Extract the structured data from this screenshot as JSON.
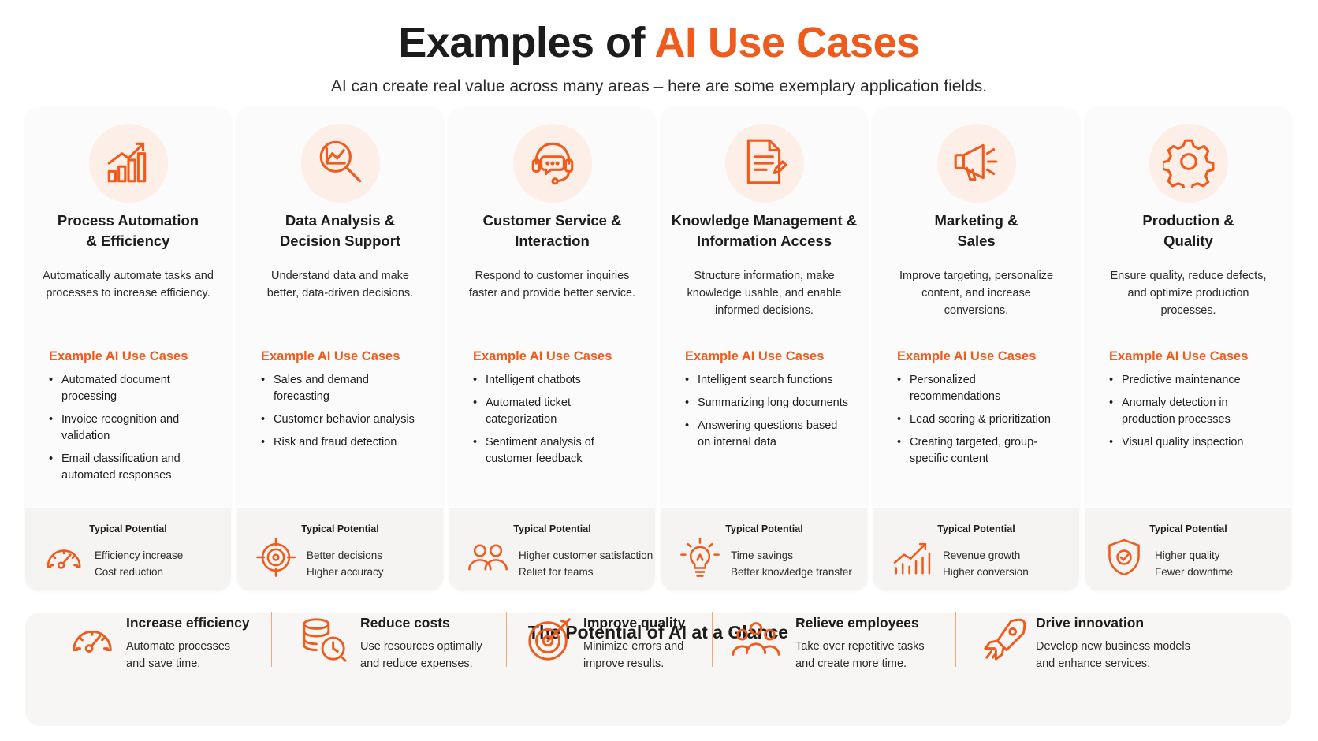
{
  "header": {
    "title_main": "Examples of",
    "title_accent": "AI Use Cases",
    "subtitle": "AI can create real value across many areas – here are some exemplary application fields."
  },
  "colors": {
    "accent": "#f05a1a",
    "icon_bg": "#fdeee7",
    "card_bg": "#fbfbfb",
    "potential_bg": "#f5f4f3"
  },
  "cards": [
    {
      "icon": "bar-chart-growth-icon",
      "title_line1": "Process Automation",
      "title_line2": "& Efficiency",
      "desc": "Automatically automate tasks and processes to increase efficiency.",
      "examples_label": "Example AI Use Cases",
      "examples": [
        "Automated document processing",
        "Invoice recognition and validation",
        "Email classification and automated responses"
      ],
      "potential_title": "Typical Potential",
      "potential_icon": "speedometer-icon",
      "potential": [
        "Efficiency increase",
        "Cost reduction"
      ]
    },
    {
      "icon": "magnifier-chart-icon",
      "title_line1": "Data Analysis &",
      "title_line2": "Decision Support",
      "desc": "Understand data and make better, data-driven decisions.",
      "examples_label": "Example AI Use Cases",
      "examples": [
        "Sales and demand forecasting",
        "Customer behavior analysis",
        "Risk and fraud detection"
      ],
      "potential_title": "Typical Potential",
      "potential_icon": "crosshair-target-icon",
      "potential": [
        "Better decisions",
        "Higher accuracy"
      ]
    },
    {
      "icon": "headset-chat-icon",
      "title_line1": "Customer Service &",
      "title_line2": "Interaction",
      "desc": "Respond to customer inquiries faster and provide better service.",
      "examples_label": "Example AI Use Cases",
      "examples": [
        "Intelligent chatbots",
        "Automated ticket categorization",
        "Sentiment analysis of customer feedback"
      ],
      "potential_title": "Typical Potential",
      "potential_icon": "people-icon",
      "potential": [
        "Higher customer satisfaction",
        "Relief for teams"
      ]
    },
    {
      "icon": "document-pen-icon",
      "title_line1": "Knowledge Management &",
      "title_line2": "Information Access",
      "desc": "Structure information, make knowledge usable, and enable informed decisions.",
      "examples_label": "Example AI Use Cases",
      "examples": [
        "Intelligent search functions",
        "Summarizing long documents",
        "Answering questions based on internal data"
      ],
      "potential_title": "Typical Potential",
      "potential_icon": "lightbulb-icon",
      "potential": [
        "Time savings",
        "Better knowledge transfer"
      ]
    },
    {
      "icon": "megaphone-icon",
      "title_line1": "Marketing &",
      "title_line2": "Sales",
      "desc": "Improve targeting, personalize content, and increase conversions.",
      "examples_label": "Example AI Use Cases",
      "examples": [
        "Personalized recommendations",
        "Lead scoring & prioritization",
        "Creating targeted, group-specific content"
      ],
      "potential_title": "Typical Potential",
      "potential_icon": "growth-chart-icon",
      "potential": [
        "Revenue growth",
        "Higher conversion"
      ]
    },
    {
      "icon": "gear-icon",
      "title_line1": "Production &",
      "title_line2": "Quality",
      "desc": "Ensure quality, reduce defects, and optimize production processes.",
      "examples_label": "Example AI Use Cases",
      "examples": [
        "Predictive maintenance",
        "Anomaly detection in production processes",
        "Visual quality inspection"
      ],
      "potential_title": "Typical Potential",
      "potential_icon": "shield-check-icon",
      "potential": [
        "Higher quality",
        "Fewer downtime"
      ]
    }
  ],
  "glance": {
    "title": "The Potential of AI at a Glance",
    "items": [
      {
        "icon": "speedometer-icon",
        "head": "Increase efficiency",
        "body1": "Automate processes",
        "body2": "and save time."
      },
      {
        "icon": "coins-clock-icon",
        "head": "Reduce costs",
        "body1": "Use resources optimally",
        "body2": "and reduce expenses."
      },
      {
        "icon": "target-arrow-icon",
        "head": "Improve quality",
        "body1": "Minimize errors and",
        "body2": "improve results."
      },
      {
        "icon": "team-icon",
        "head": "Relieve employees",
        "body1": "Take over repetitive tasks",
        "body2": "and create more time."
      },
      {
        "icon": "rocket-icon",
        "head": "Drive innovation",
        "body1": "Develop new business models",
        "body2": "and enhance services."
      }
    ]
  }
}
